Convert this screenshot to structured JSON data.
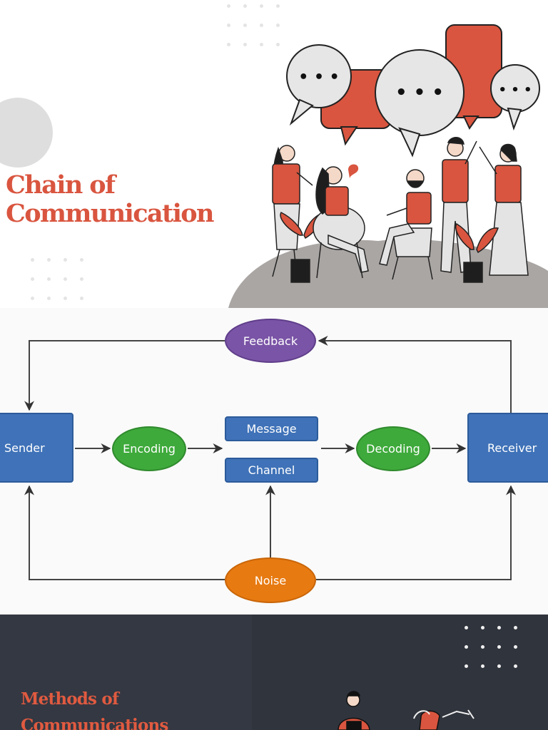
{
  "hero": {
    "title_line1": "Chain of",
    "title_line2": "Communication",
    "bubble_text": "• • •",
    "accent_color": "#d9553f"
  },
  "diagram": {
    "nodes": {
      "sender": "Sender",
      "encoding": "Encoding",
      "message": "Message",
      "channel": "Channel",
      "decoding": "Decoding",
      "receiver": "Receiver",
      "feedback": "Feedback",
      "noise": "Noise"
    },
    "colors": {
      "rect": "#3f72b8",
      "feedback": "#7a54a6",
      "encode_decode": "#3eaa3b",
      "noise": "#e77a11",
      "wire": "#444444"
    }
  },
  "section3": {
    "title_line1": "Methods of",
    "title_line2": "Communications",
    "background": "#343842",
    "accent_color": "#e05a40"
  }
}
